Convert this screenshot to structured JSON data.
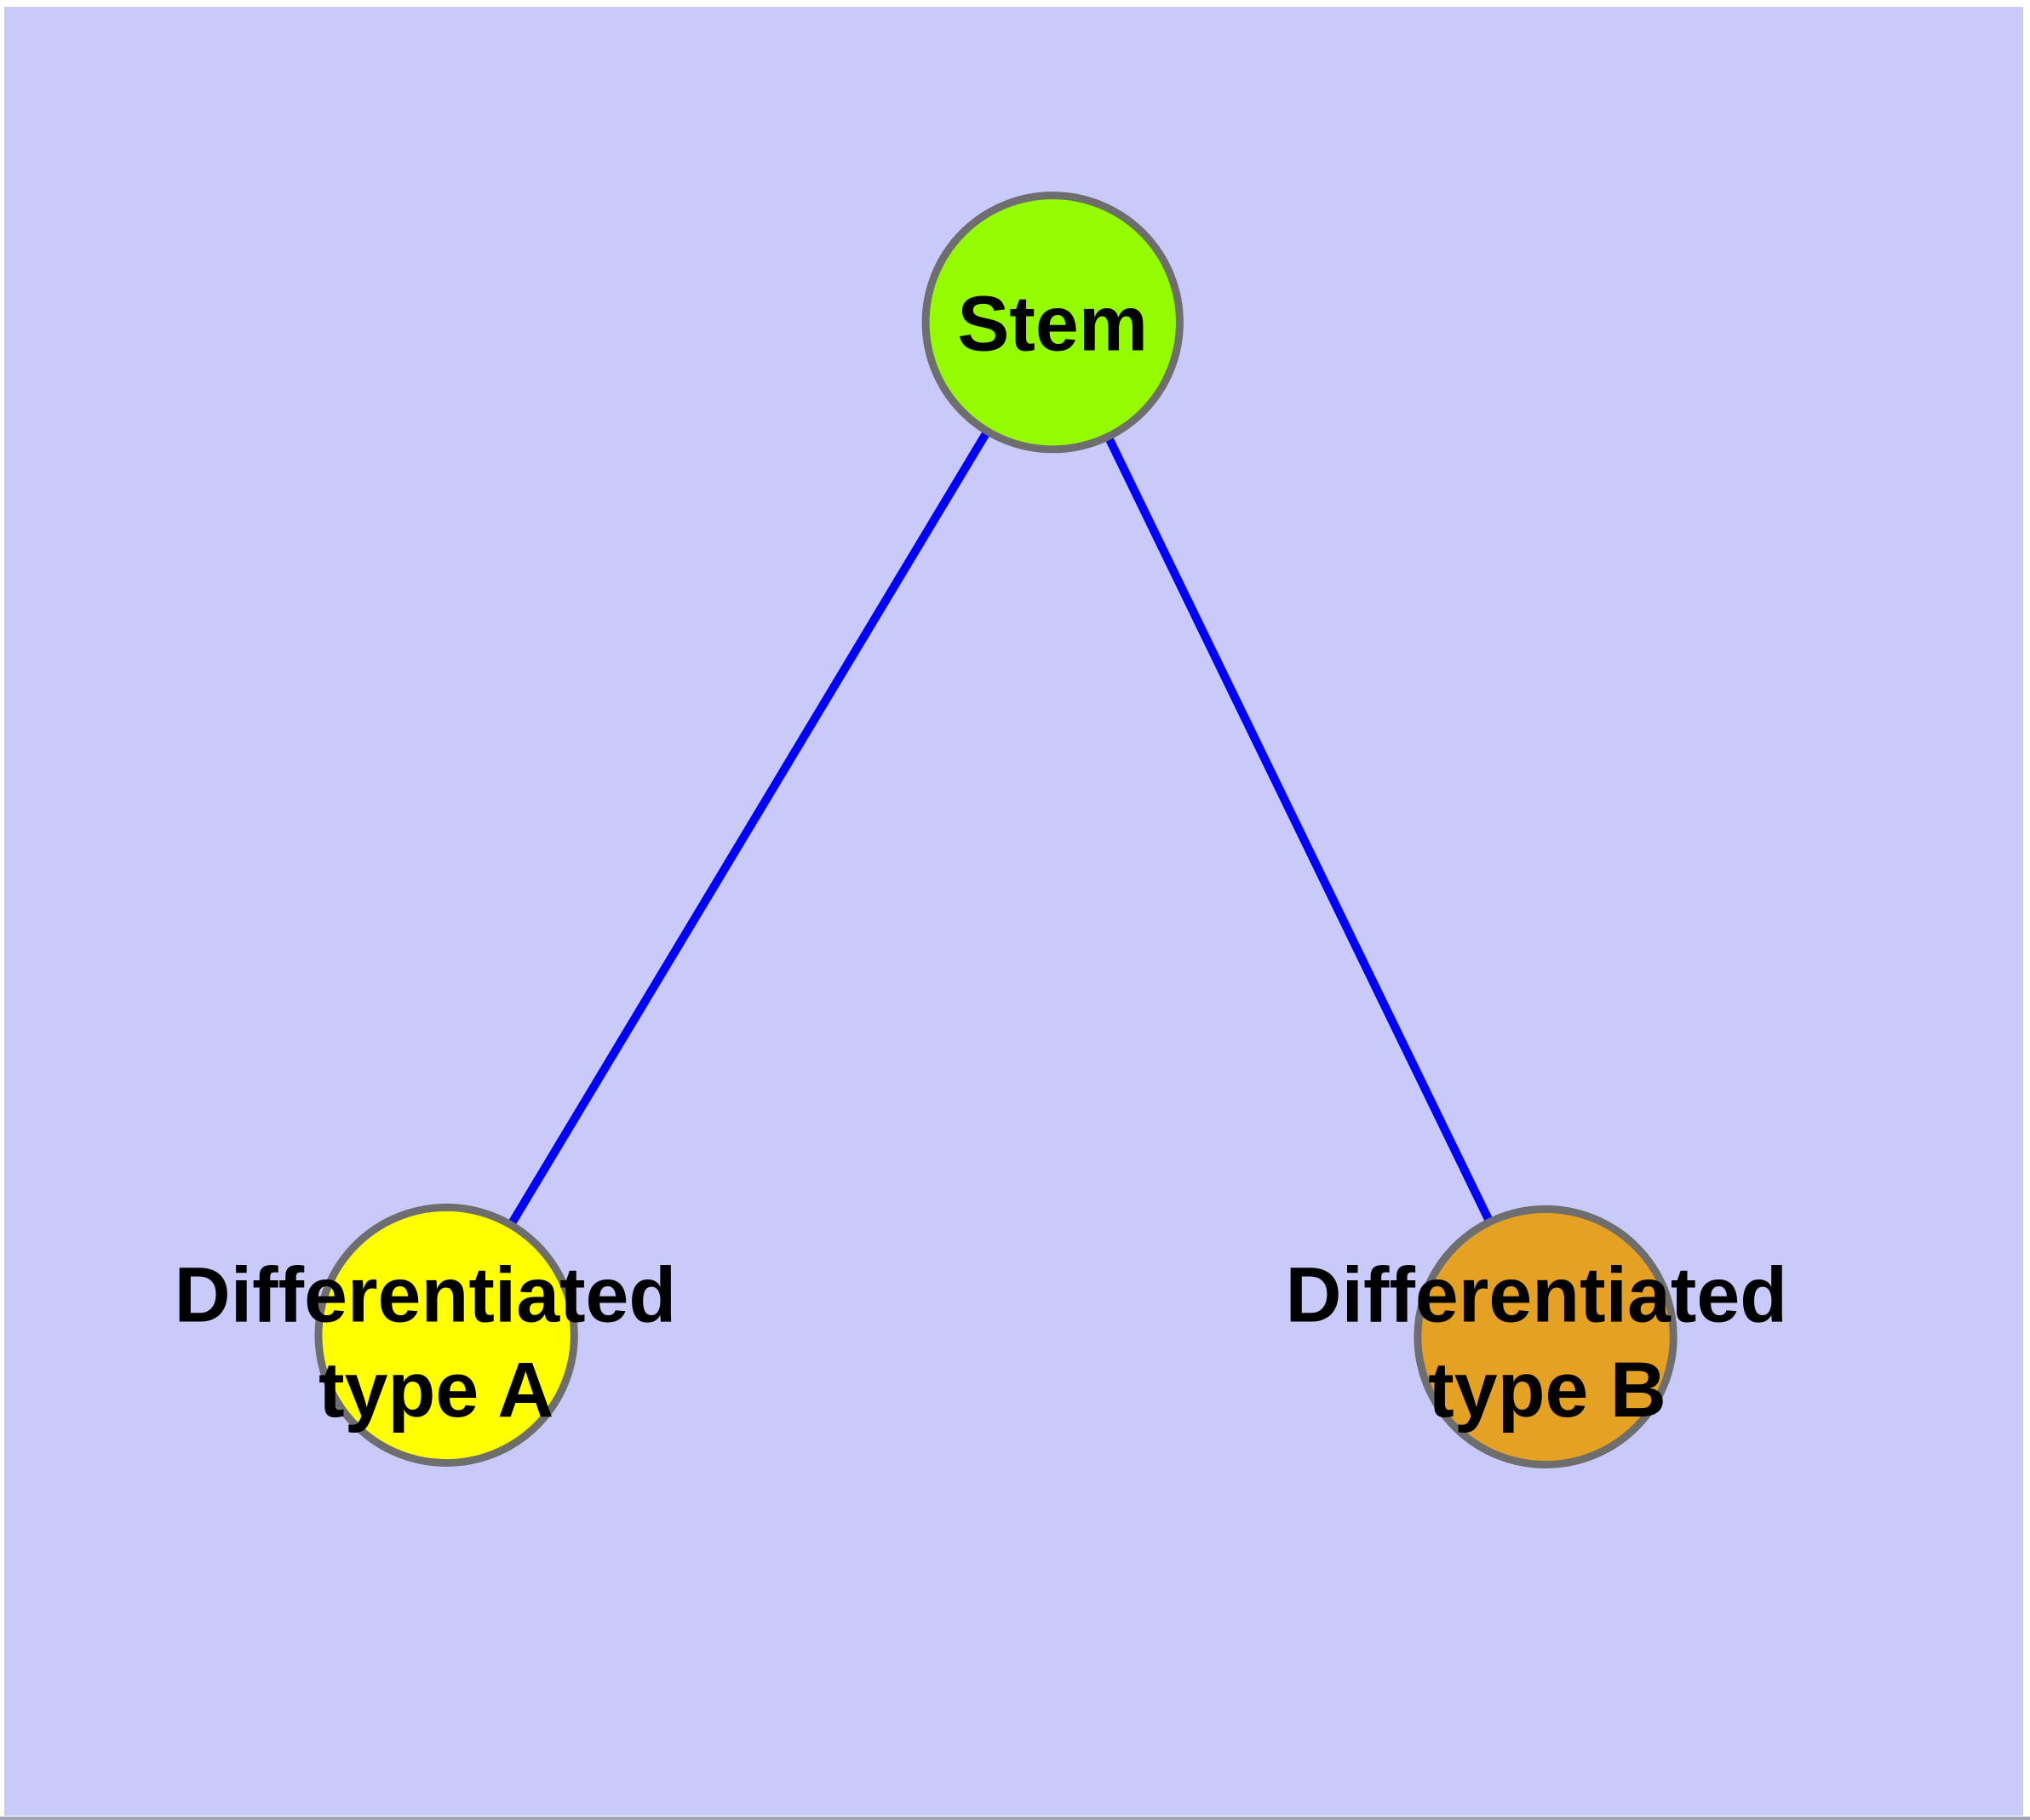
{
  "diagram": {
    "canvas_background": "#CACAFA",
    "edge_color": "#0000FF",
    "node_border_color": "#6E6E6E",
    "label_color": "#000000",
    "nodes": [
      {
        "id": "stem",
        "label": "Stem",
        "fill": "#94FB00"
      },
      {
        "id": "differentiated-type-a",
        "label_line1": "Differentiated",
        "label_line2": "type A",
        "fill": "#FFFF00"
      },
      {
        "id": "differentiated-type-b",
        "label_line1": "Differentiated",
        "label_line2": "type B",
        "fill": "#E4A124"
      }
    ],
    "edges": [
      {
        "from": "Stem",
        "to": "Differentiated type A"
      },
      {
        "from": "Stem",
        "to": "Differentiated type B"
      }
    ]
  }
}
